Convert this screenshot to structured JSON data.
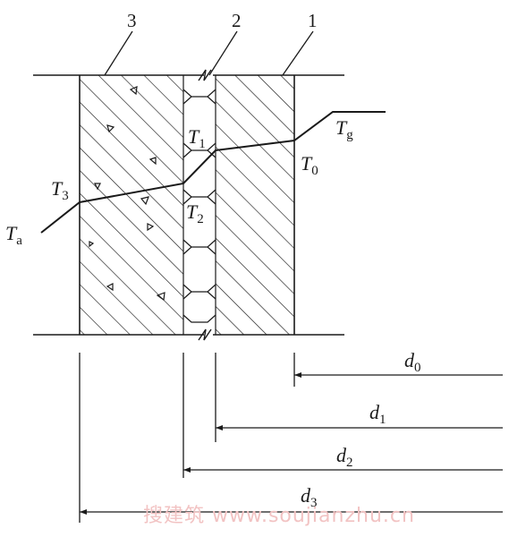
{
  "labels": {
    "layer_1": "1",
    "layer_2": "2",
    "layer_3": "3"
  },
  "temperatures": {
    "Ta": {
      "base": "T",
      "sub": "a"
    },
    "T3": {
      "base": "T",
      "sub": "3"
    },
    "T2": {
      "base": "T",
      "sub": "2"
    },
    "T1": {
      "base": "T",
      "sub": "1"
    },
    "T0": {
      "base": "T",
      "sub": "0"
    },
    "Tg": {
      "base": "T",
      "sub": "g"
    }
  },
  "dimensions": {
    "d0": {
      "base": "d",
      "sub": "0"
    },
    "d1": {
      "base": "d",
      "sub": "1"
    },
    "d2": {
      "base": "d",
      "sub": "2"
    },
    "d3": {
      "base": "d",
      "sub": "3"
    }
  },
  "watermark": "搜建筑 www.soujianzhu.cn"
}
